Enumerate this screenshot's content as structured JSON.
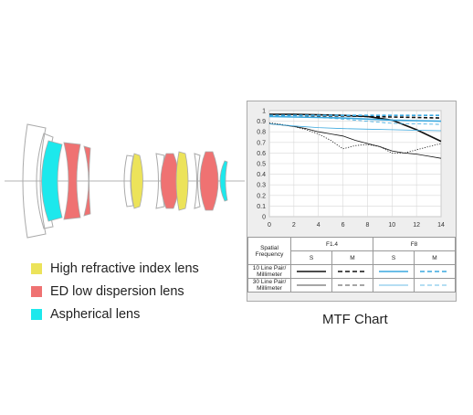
{
  "legend": {
    "items": [
      {
        "label": "High refractive index lens",
        "color": "#ece35a"
      },
      {
        "label": "ED low dispersion lens",
        "color": "#ef7272"
      },
      {
        "label": "Aspherical lens",
        "color": "#1de8ec"
      }
    ]
  },
  "lens_colors": {
    "normal_outline": "#aaaaaa",
    "high_index": "#ece35a",
    "ed": "#ef7272",
    "aspherical": "#1de8ec"
  },
  "mtf": {
    "title": "MTF Chart",
    "table": {
      "header_label": "Spatial Frequency",
      "apertures": [
        "F1.4",
        "F8"
      ],
      "subheaders": [
        "S",
        "M",
        "S",
        "M"
      ],
      "rows": [
        "10 Line Pair/ Millimeter",
        "30 Line Pair/ Millimeter"
      ]
    },
    "line_colors": {
      "f14": "#111111",
      "f8": "#3aa8df"
    }
  },
  "chart_data": {
    "type": "line",
    "xlim": [
      0,
      14
    ],
    "ylim": [
      0,
      1
    ],
    "xticks": [
      "0",
      "2",
      "4",
      "6",
      "8",
      "10",
      "12",
      "14"
    ],
    "yticks": [
      "0",
      "0.1",
      "0.2",
      "0.3",
      "0.4",
      "0.5",
      "0.6",
      "0.7",
      "0.8",
      "0.9",
      "1"
    ],
    "grid": true,
    "series": [
      {
        "color": "#111111",
        "style": "solid",
        "width": 1.6,
        "x": [
          0,
          2,
          4,
          6,
          8,
          10,
          12,
          14
        ],
        "y": [
          0.965,
          0.965,
          0.96,
          0.955,
          0.945,
          0.91,
          0.82,
          0.71
        ]
      },
      {
        "color": "#111111",
        "style": "dashed",
        "width": 1.6,
        "x": [
          0,
          2,
          4,
          6,
          8,
          10,
          12,
          14
        ],
        "y": [
          0.955,
          0.955,
          0.95,
          0.95,
          0.945,
          0.94,
          0.935,
          0.93
        ]
      },
      {
        "color": "#111111",
        "style": "solid",
        "width": 0.8,
        "x": [
          0,
          1,
          2,
          3,
          4,
          5,
          6,
          7,
          8,
          9,
          10,
          11,
          12,
          13,
          14
        ],
        "y": [
          0.875,
          0.865,
          0.85,
          0.83,
          0.8,
          0.78,
          0.76,
          0.72,
          0.69,
          0.66,
          0.62,
          0.6,
          0.59,
          0.57,
          0.55
        ]
      },
      {
        "color": "#111111",
        "style": "dotted",
        "width": 0.8,
        "x": [
          0,
          1,
          2,
          3,
          4,
          5,
          6,
          7,
          8,
          9,
          10,
          11,
          12,
          13,
          14
        ],
        "y": [
          0.885,
          0.87,
          0.85,
          0.82,
          0.78,
          0.72,
          0.64,
          0.67,
          0.68,
          0.66,
          0.6,
          0.6,
          0.63,
          0.66,
          0.69
        ]
      },
      {
        "color": "#3aa8df",
        "style": "solid",
        "width": 1.6,
        "x": [
          0,
          2,
          4,
          6,
          8,
          10,
          12,
          14
        ],
        "y": [
          0.945,
          0.94,
          0.935,
          0.93,
          0.92,
          0.91,
          0.905,
          0.9
        ]
      },
      {
        "color": "#3aa8df",
        "style": "dashed",
        "width": 1.6,
        "x": [
          0,
          2,
          4,
          6,
          8,
          10,
          12,
          14
        ],
        "y": [
          0.955,
          0.955,
          0.955,
          0.955,
          0.955,
          0.955,
          0.955,
          0.955
        ]
      },
      {
        "color": "#3aa8df",
        "style": "solid",
        "width": 0.8,
        "x": [
          0,
          2,
          4,
          6,
          8,
          10,
          12,
          14
        ],
        "y": [
          0.875,
          0.855,
          0.84,
          0.83,
          0.825,
          0.82,
          0.815,
          0.81
        ]
      },
      {
        "color": "#3aa8df",
        "style": "dashed",
        "width": 0.8,
        "x": [
          0,
          2,
          4,
          6,
          8,
          10,
          12,
          14
        ],
        "y": [
          0.945,
          0.94,
          0.935,
          0.92,
          0.9,
          0.88,
          0.875,
          0.87
        ]
      }
    ]
  }
}
